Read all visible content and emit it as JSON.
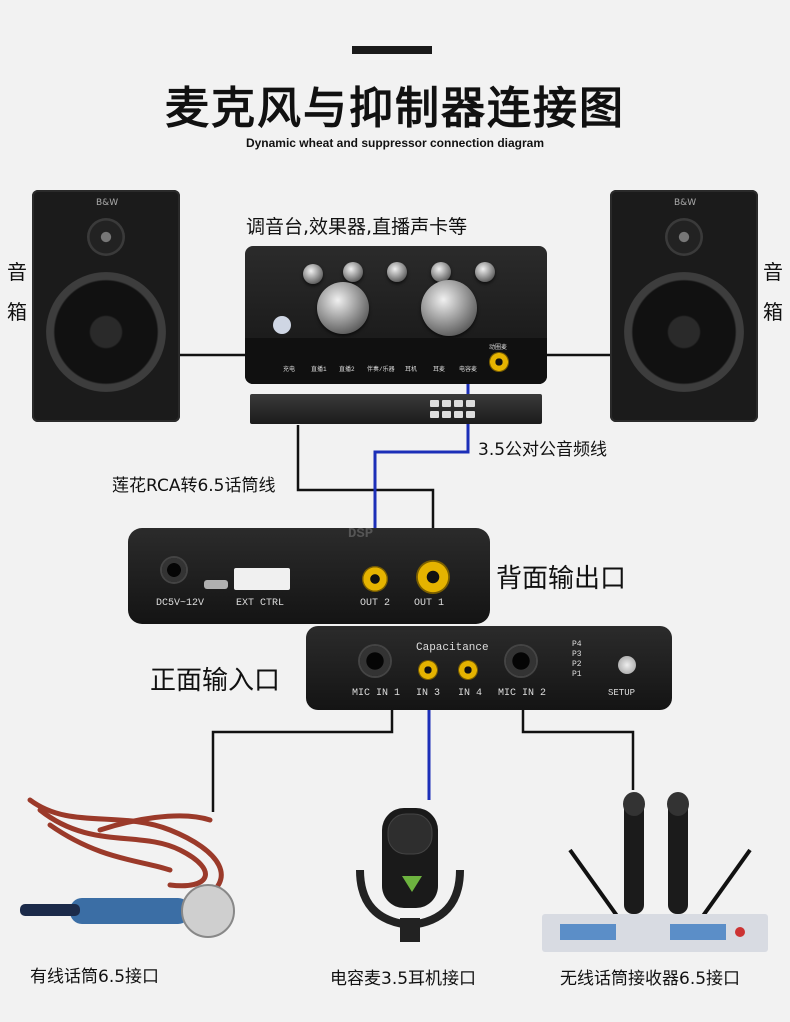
{
  "header": {
    "title": "麦克风与抑制器连接图",
    "subtitle": "Dynamic wheat and suppressor connection diagram"
  },
  "labels": {
    "mixer": "调音台,效果器,直播声卡等",
    "speaker_left": "音箱",
    "speaker_right": "音箱",
    "aux_cable": "3.5公对公音频线",
    "rca_cable": "莲花RCA转6.5话筒线",
    "rear_output": "背面输出口",
    "front_input": "正面输入口"
  },
  "device_rear": {
    "brand": "DSP",
    "ports": [
      "DC5V~12V",
      "EXT CTRL",
      "OUT 2",
      "OUT 1"
    ]
  },
  "device_front": {
    "heading": "Capacitance",
    "ports": [
      "MIC IN 1",
      "IN 3",
      "IN 4",
      "MIC IN 2"
    ],
    "presets": [
      "P4",
      "P3",
      "P2",
      "P1"
    ],
    "setup": "SETUP"
  },
  "sound_card": {
    "ports": [
      "充电",
      "直播1",
      "直播2",
      "伴奏/乐器",
      "耳机",
      "耳麦",
      "电容麦",
      "动圈麦"
    ]
  },
  "speaker_brand": "B&W",
  "captions": {
    "wired_mic": "有线话筒6.5接口",
    "condenser_mic": "电容麦3.5耳机接口",
    "wireless_receiver": "无线话筒接收器6.5接口"
  },
  "colors": {
    "cable_black": "#111111",
    "cable_blue": "#1c2fb8",
    "rca_gold": "#e5b300"
  }
}
